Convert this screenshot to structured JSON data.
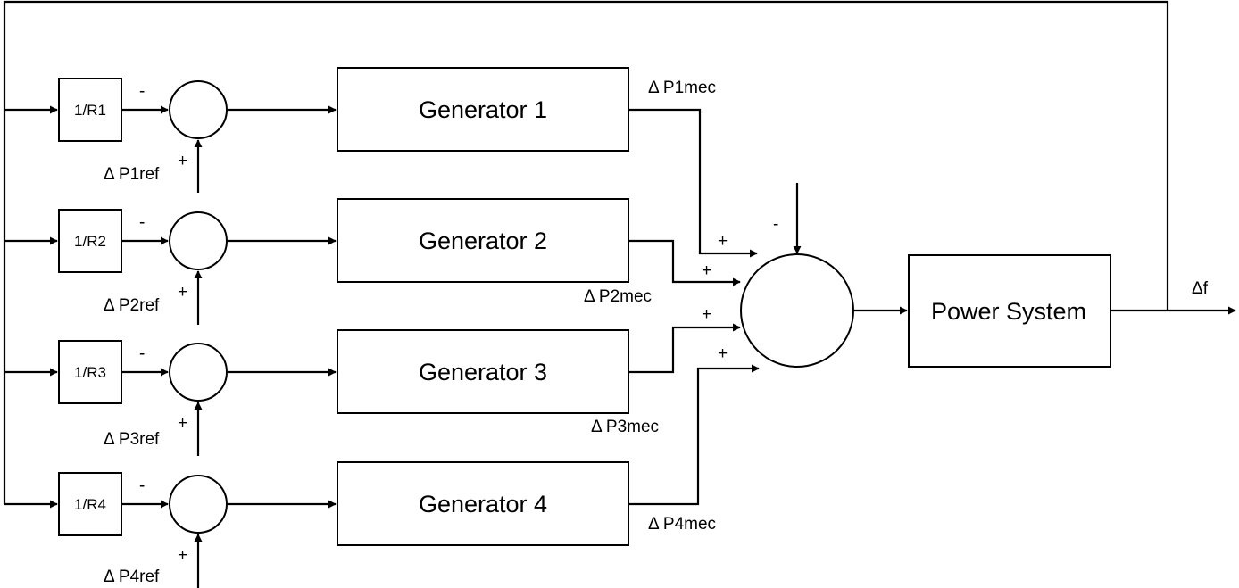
{
  "colors": {
    "line": "#000000",
    "background": "#ffffff"
  },
  "gains": [
    "1/R1",
    "1/R2",
    "1/R3",
    "1/R4"
  ],
  "generators": [
    "Generator 1",
    "Generator 2",
    "Generator 3",
    "Generator 4"
  ],
  "ref_inputs": [
    "Δ P1ref",
    "Δ P2ref",
    "Δ P3ref",
    "Δ P4ref"
  ],
  "mech_outputs": [
    "Δ P1mec",
    "Δ P2mec",
    "Δ P3mec",
    "Δ P4mec"
  ],
  "power_system": "Power System",
  "output": "Δf",
  "signs": {
    "minus": "-",
    "plus": "+"
  }
}
